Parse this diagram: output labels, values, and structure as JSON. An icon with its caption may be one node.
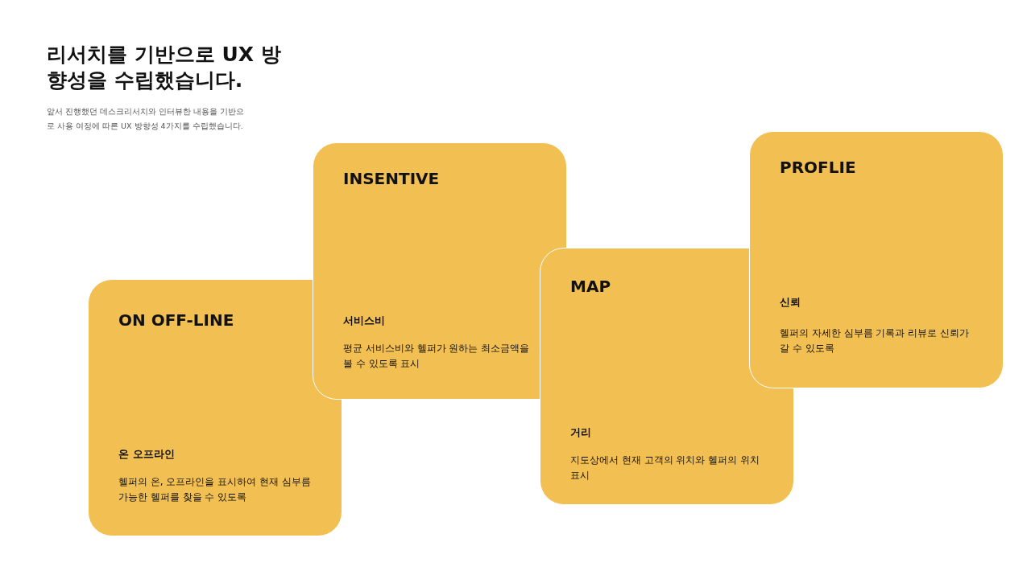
{
  "diagram": {
    "title": "리서치를 기반으로 UX 방향성을 수립했습니다.",
    "nodes": [
      {
        "text": [
          "ON OFF-LINE",
          "온 오프라인",
          "헬퍼의 온, 오프라인을 표시하여 현재 심부름 가능한 헬퍼를 찾을 수 있도록"
        ]
      },
      {
        "text": [
          "INSENTIVE",
          "서비스비",
          "평균 서비스비와 헬퍼가 원하는 최소금액을 볼 수 있도록 표시"
        ]
      },
      {
        "text": [
          "MAP",
          "거리",
          "지도상에서 현재 고객의 위치와 헬퍼의 위치 표시"
        ]
      },
      {
        "text": [
          "PROFLIE",
          "신뢰",
          "헬퍼의 자세한 심부름 기록과 리뷰로 신뢰가 갈 수 있도록"
        ]
      }
    ],
    "edges": [],
    "labels": [
      "앞서 진행했던 데스크리서치와 인터뷰한 내용을 기반으로 사용 여정에 따른 UX 방향성 4가지를 수립했습니다."
    ]
  }
}
